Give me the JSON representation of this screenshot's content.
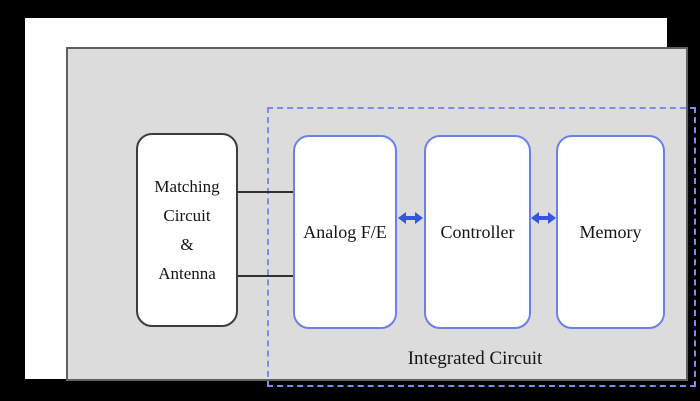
{
  "diagram": {
    "external_block": {
      "lines": [
        "Matching",
        "Circuit",
        "&",
        "Antenna"
      ]
    },
    "ic_region_label": "Integrated Circuit",
    "ic_blocks": [
      {
        "label": "Analog F/E"
      },
      {
        "label": "Controller"
      },
      {
        "label": "Memory"
      }
    ],
    "colors": {
      "frame_black": "#000000",
      "panel_background": "#dcdcdc",
      "panel_border": "#5f5f5f",
      "external_block_border": "#3d3d3d",
      "ic_block_border": "#6b80ea",
      "ic_region_dashed_border": "#7b8cea",
      "arrow_blue": "#3554e2",
      "connector_line": "#303030",
      "text": "#141414"
    }
  }
}
